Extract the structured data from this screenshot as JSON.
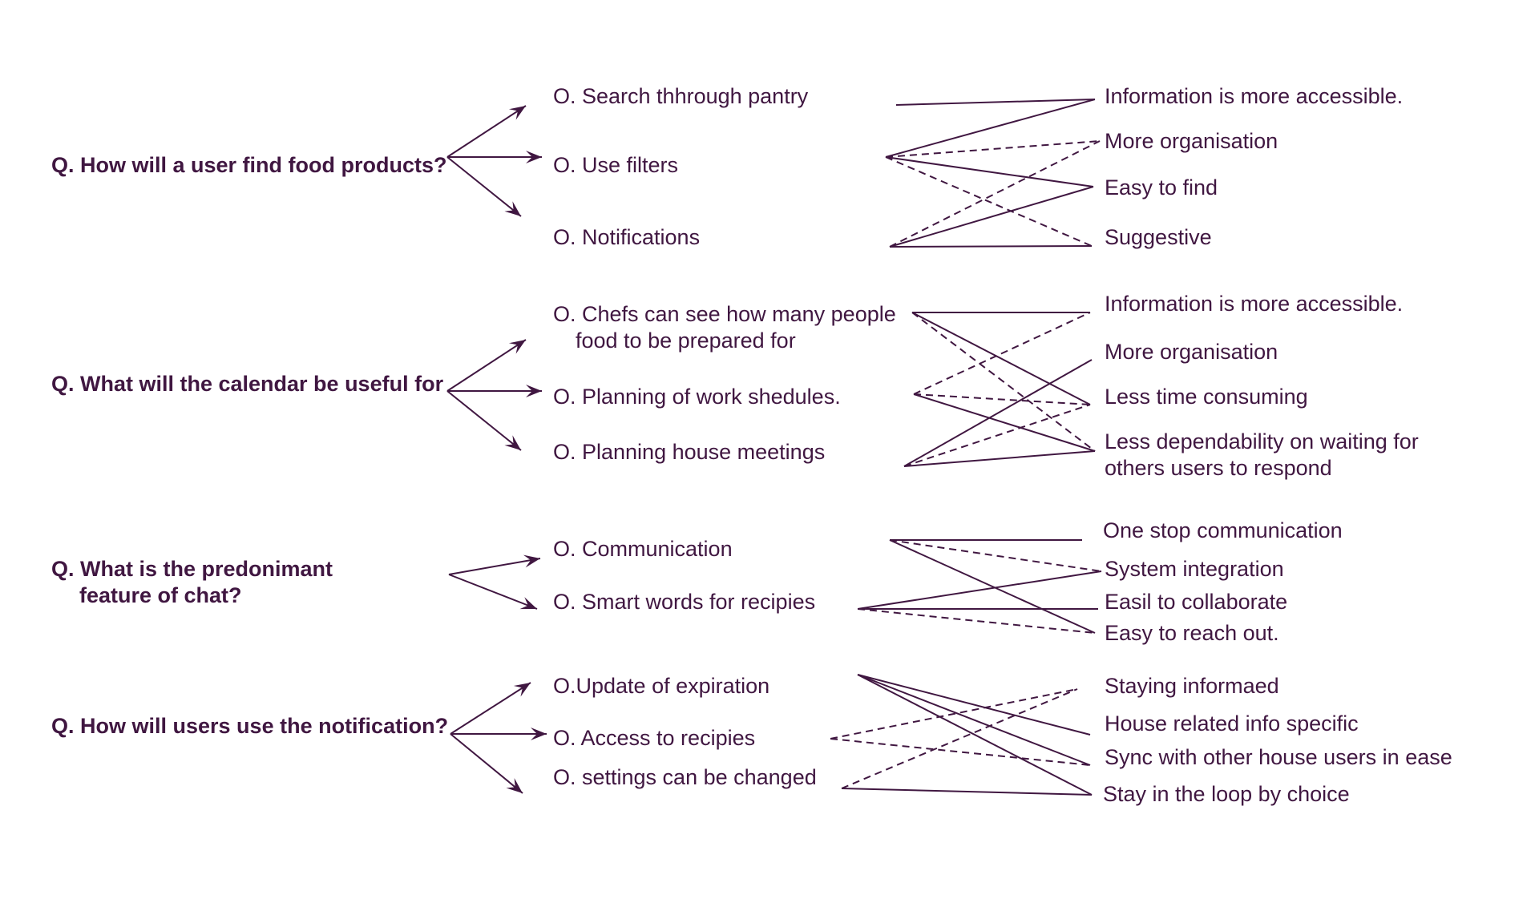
{
  "colors": {
    "ink": "#401741",
    "background": "#ffffff"
  },
  "sections": [
    {
      "question": {
        "lines": [
          "Q. How will a user find food products?"
        ]
      },
      "options": [
        {
          "lines": [
            "O. Search thhrough pantry"
          ]
        },
        {
          "lines": [
            "O. Use filters"
          ]
        },
        {
          "lines": [
            "O. Notifications"
          ]
        }
      ],
      "outcomes": [
        {
          "lines": [
            "Information is more accessible."
          ]
        },
        {
          "lines": [
            "More organisation"
          ]
        },
        {
          "lines": [
            "Easy to find"
          ]
        },
        {
          "lines": [
            "Suggestive"
          ]
        }
      ],
      "links": [
        {
          "from": 0,
          "to": 0,
          "style": "solid"
        },
        {
          "from": 1,
          "to": 0,
          "style": "solid"
        },
        {
          "from": 1,
          "to": 1,
          "style": "dashed"
        },
        {
          "from": 1,
          "to": 2,
          "style": "solid"
        },
        {
          "from": 1,
          "to": 3,
          "style": "dashed"
        },
        {
          "from": 2,
          "to": 1,
          "style": "dashed"
        },
        {
          "from": 2,
          "to": 2,
          "style": "solid"
        },
        {
          "from": 2,
          "to": 3,
          "style": "solid"
        }
      ]
    },
    {
      "question": {
        "lines": [
          "Q. What will the calendar be useful for"
        ]
      },
      "options": [
        {
          "lines": [
            "O. Chefs can see how many people",
            "food to be prepared for"
          ]
        },
        {
          "lines": [
            "O. Planning of work shedules."
          ]
        },
        {
          "lines": [
            "O. Planning house meetings"
          ]
        }
      ],
      "outcomes": [
        {
          "lines": [
            "Information is more accessible."
          ]
        },
        {
          "lines": [
            "More organisation"
          ]
        },
        {
          "lines": [
            "Less time consuming"
          ]
        },
        {
          "lines": [
            "Less dependability on waiting for",
            "others users to respond"
          ]
        }
      ],
      "links": [
        {
          "from": 0,
          "to": 0,
          "style": "solid"
        },
        {
          "from": 0,
          "to": 2,
          "style": "solid"
        },
        {
          "from": 0,
          "to": 3,
          "style": "dashed"
        },
        {
          "from": 1,
          "to": 0,
          "style": "dashed"
        },
        {
          "from": 1,
          "to": 2,
          "style": "dashed"
        },
        {
          "from": 1,
          "to": 3,
          "style": "solid"
        },
        {
          "from": 2,
          "to": 1,
          "style": "solid"
        },
        {
          "from": 2,
          "to": 2,
          "style": "dashed"
        },
        {
          "from": 2,
          "to": 3,
          "style": "solid"
        }
      ]
    },
    {
      "question": {
        "lines": [
          "Q. What is the predonimant",
          "feature of chat?"
        ]
      },
      "options": [
        {
          "lines": [
            "O. Communication"
          ]
        },
        {
          "lines": [
            "O. Smart words for recipies"
          ]
        }
      ],
      "outcomes": [
        {
          "lines": [
            "One stop communication"
          ]
        },
        {
          "lines": [
            "System integration"
          ]
        },
        {
          "lines": [
            "Easil to collaborate"
          ]
        },
        {
          "lines": [
            "Easy to reach out."
          ]
        }
      ],
      "links": [
        {
          "from": 0,
          "to": 0,
          "style": "solid"
        },
        {
          "from": 0,
          "to": 1,
          "style": "dashed"
        },
        {
          "from": 0,
          "to": 3,
          "style": "solid"
        },
        {
          "from": 1,
          "to": 1,
          "style": "solid"
        },
        {
          "from": 1,
          "to": 2,
          "style": "solid"
        },
        {
          "from": 1,
          "to": 3,
          "style": "dashed"
        }
      ]
    },
    {
      "question": {
        "lines": [
          "Q. How will users use the notification?"
        ]
      },
      "options": [
        {
          "lines": [
            "O.Update of expiration"
          ]
        },
        {
          "lines": [
            "O. Access to recipies"
          ]
        },
        {
          "lines": [
            "O. settings can be changed"
          ]
        }
      ],
      "outcomes": [
        {
          "lines": [
            "Staying informaed"
          ]
        },
        {
          "lines": [
            "House related info specific"
          ]
        },
        {
          "lines": [
            "Sync with other house users in ease"
          ]
        },
        {
          "lines": [
            "Stay in the loop by choice"
          ]
        }
      ],
      "links": [
        {
          "from": 0,
          "to": 1,
          "style": "solid"
        },
        {
          "from": 0,
          "to": 2,
          "style": "solid"
        },
        {
          "from": 0,
          "to": 3,
          "style": "solid"
        },
        {
          "from": 1,
          "to": 0,
          "style": "dashed"
        },
        {
          "from": 1,
          "to": 2,
          "style": "dashed"
        },
        {
          "from": 2,
          "to": 0,
          "style": "dashed"
        },
        {
          "from": 2,
          "to": 3,
          "style": "solid"
        }
      ]
    }
  ]
}
